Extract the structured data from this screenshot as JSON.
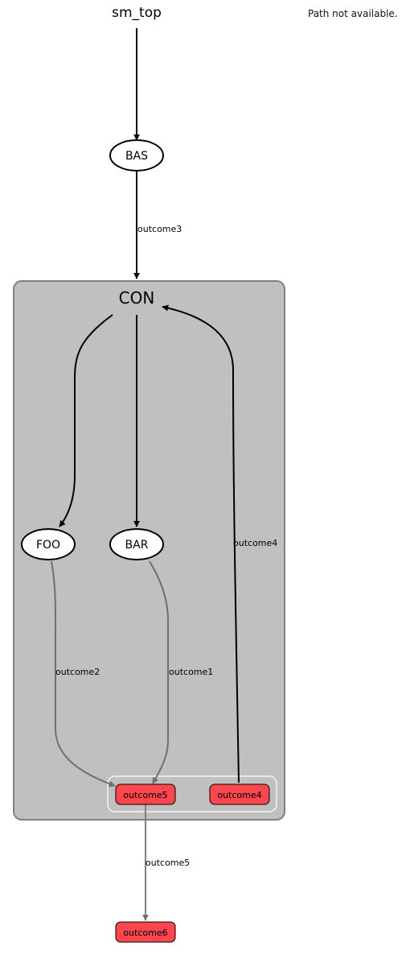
{
  "status_text": "Path not available.",
  "colors": {
    "container_fill": "#c0c0c0",
    "container_stroke": "#7f7f7f",
    "outcome_fill": "#fe464f",
    "active_edge": "#000000",
    "inactive_edge": "#7f7f7f"
  },
  "nodes": {
    "root": "sm_top",
    "bas": "BAS",
    "con": "CON",
    "foo": "FOO",
    "bar": "BAR",
    "con_outcome5": "outcome5",
    "con_outcome4": "outcome4",
    "outcome6": "outcome6"
  },
  "edges": {
    "bas_to_con": "outcome3",
    "con_to_foo": "",
    "con_to_bar": "",
    "outcome4_to_con": "outcome4",
    "foo_to_outcome5": "outcome2",
    "bar_to_outcome5": "outcome1",
    "outcome5_to_outcome6": "outcome5"
  }
}
